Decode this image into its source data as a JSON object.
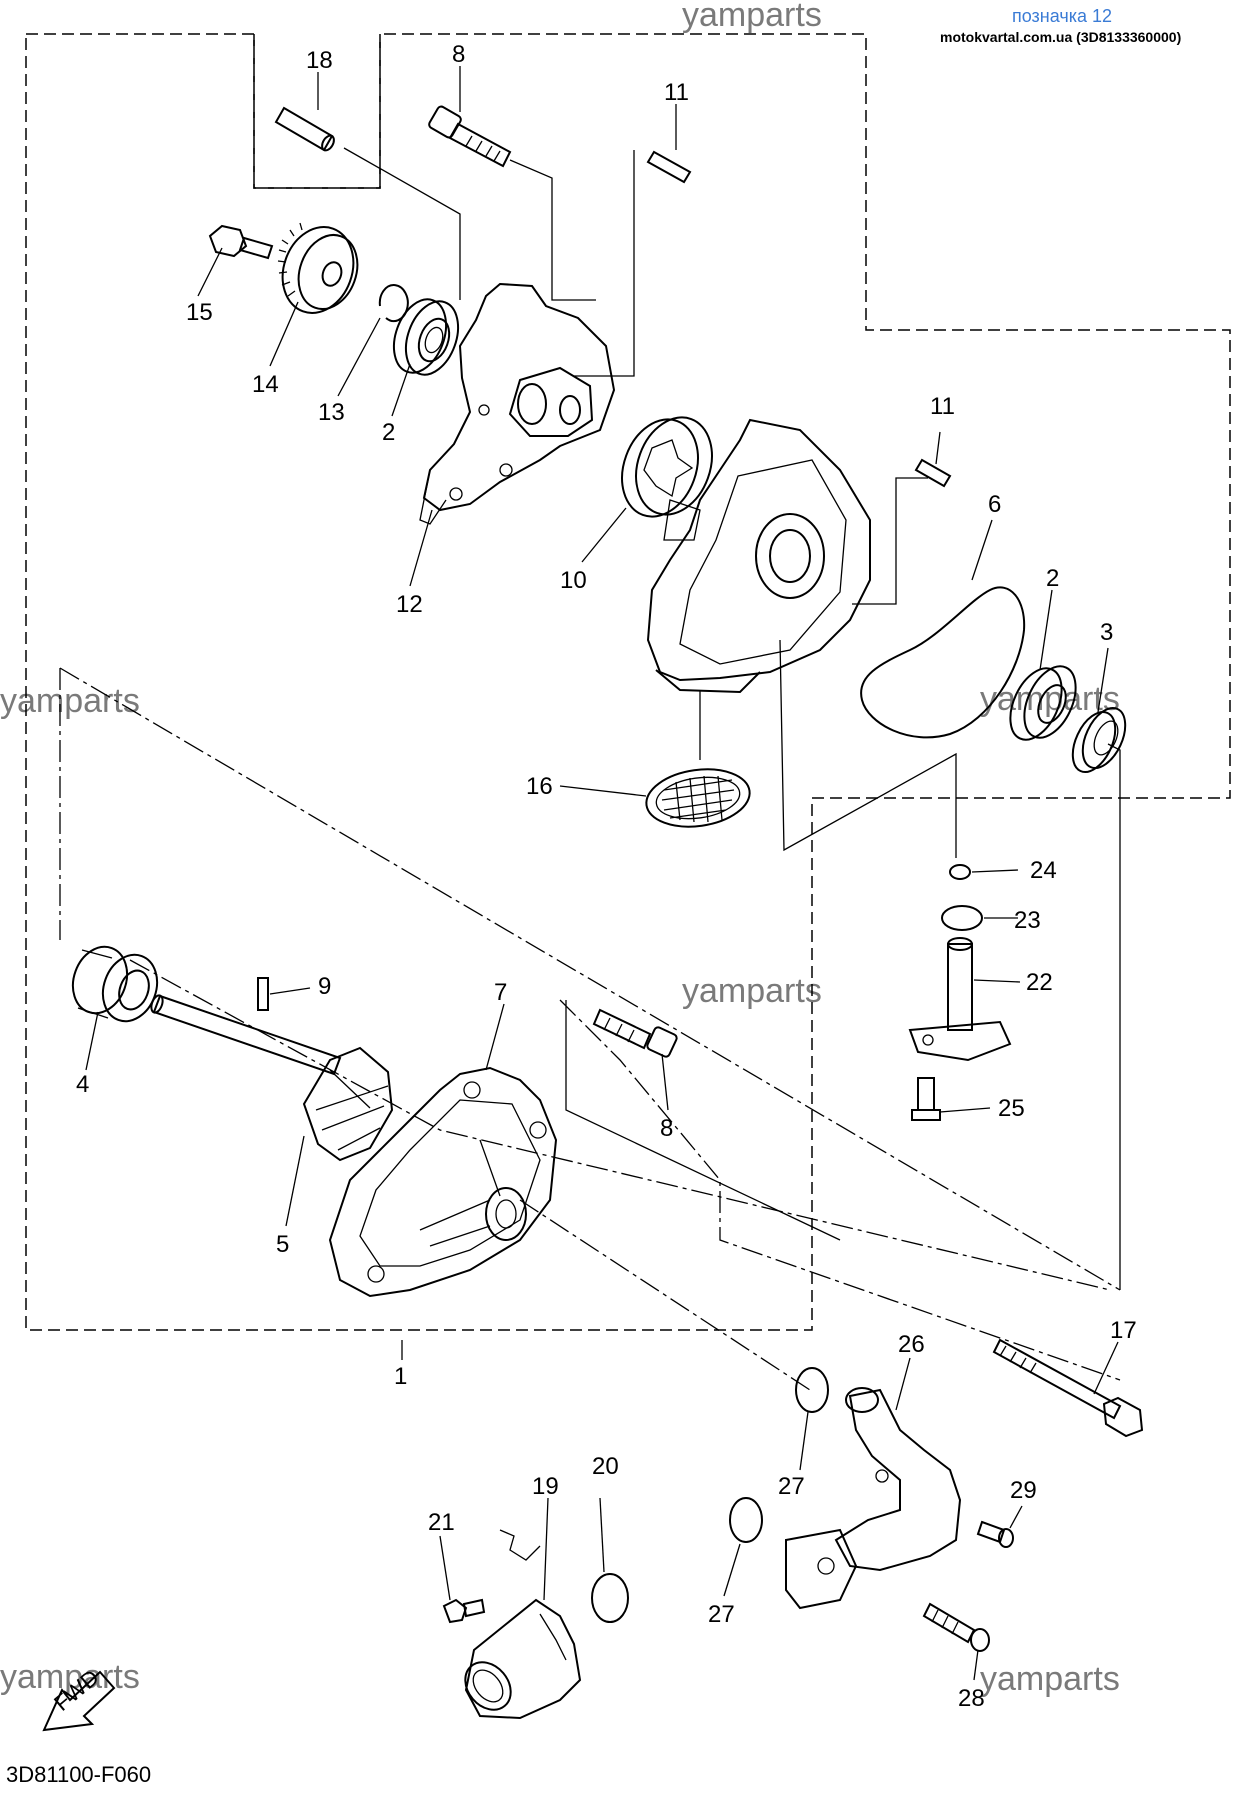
{
  "header": {
    "tag_label": "позначка 12",
    "site_ref": "motokvartal.com.ua (3D8133360000)"
  },
  "watermarks": [
    "yamparts",
    "yamparts",
    "yamparts",
    "yamparts",
    "yamparts",
    "yamparts"
  ],
  "diagram_ref": "3D81100-F060",
  "fwd_label": "FWD",
  "callouts": {
    "c1": "1",
    "c2a": "2",
    "c2b": "2",
    "c3": "3",
    "c4": "4",
    "c5": "5",
    "c6": "6",
    "c7": "7",
    "c8a": "8",
    "c8b": "8",
    "c9": "9",
    "c10": "10",
    "c11a": "11",
    "c11b": "11",
    "c12": "12",
    "c13": "13",
    "c14": "14",
    "c15": "15",
    "c16": "16",
    "c17": "17",
    "c18": "18",
    "c19": "19",
    "c20": "20",
    "c21": "21",
    "c22": "22",
    "c23": "23",
    "c24": "24",
    "c25": "25",
    "c26": "26",
    "c27a": "27",
    "c27b": "27",
    "c28": "28",
    "c29": "29"
  },
  "colors": {
    "line": "#000000",
    "watermark": "#7a7a7a",
    "tag": "#3a7bd5"
  }
}
